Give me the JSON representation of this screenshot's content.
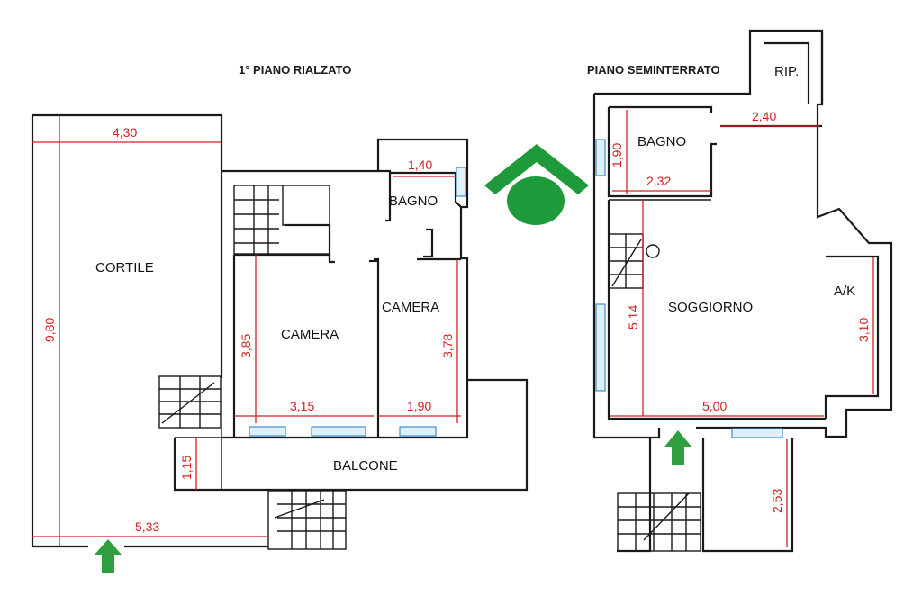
{
  "floors": {
    "first": {
      "title": "1° PIANO RIALZATO",
      "rooms": {
        "cortile": "CORTILE",
        "camera_left": "CAMERA",
        "camera_right": "CAMERA",
        "bagno": "BAGNO",
        "balcone": "BALCONE"
      },
      "dims": {
        "cortile_width": "4,30",
        "cortile_height": "9,80",
        "cortile_bottom": "5,33",
        "bagno_width": "1,40",
        "camera_left_height": "3,85",
        "camera_left_width": "3,15",
        "camera_right_height": "3,78",
        "camera_right_width": "1,90",
        "balcone_depth": "1,15"
      }
    },
    "basement": {
      "title": "PIANO SEMINTERRATO",
      "rooms": {
        "rip": "RIP.",
        "bagno": "BAGNO",
        "soggiorno": "SOGGIORNO",
        "ak": "A/K"
      },
      "dims": {
        "rip_width": "2,40",
        "bagno_height": "1,90",
        "bagno_width": "2,32",
        "soggiorno_height": "5,14",
        "soggiorno_width": "5,00",
        "ak_height": "3,10",
        "stair_depth": "2,53"
      }
    }
  },
  "colors": {
    "walls": "#1a1a1a",
    "dimensions": "#d42020",
    "windows": "#3a8fd0",
    "entrance_arrow": "#2e9e3e",
    "logo": "#1f9a3a"
  },
  "icons": {
    "entrance": "up-arrow-icon",
    "logo": "house-roof-logo"
  }
}
